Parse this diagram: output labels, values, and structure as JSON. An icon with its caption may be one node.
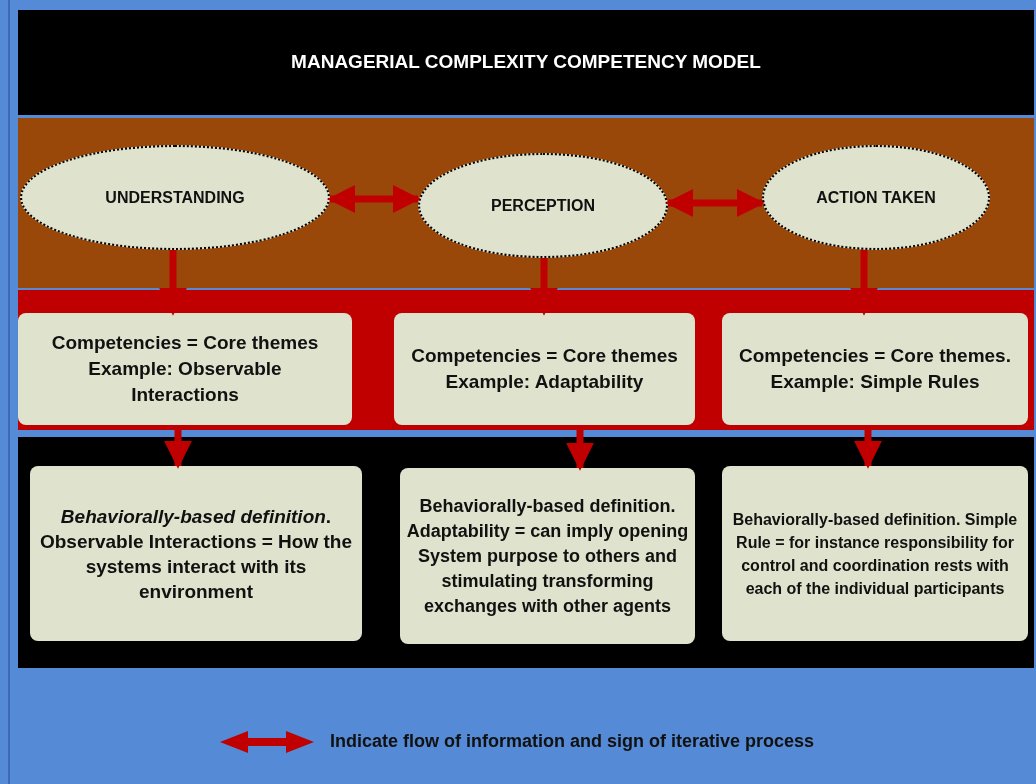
{
  "diagram": {
    "title": "MANAGERIAL COMPLEXITY COMPETENCY MODEL",
    "nodes": [
      {
        "text": [],
        "shape": "box"
      },
      {
        "text": [
          "UNDERSTANDING"
        ],
        "in": 0
      },
      {
        "text": [
          "PERCEPTION"
        ],
        "in": 0
      },
      {
        "text": [
          "ACTION TAKEN"
        ],
        "in": 0
      },
      {
        "text": [],
        "shape": "box"
      },
      {
        "text": [
          "Competencies = Core themes Example: Observable Interactions"
        ],
        "in": 4
      },
      {
        "text": [
          "Competencies = Core themes Example: Adaptability"
        ],
        "in": 4
      },
      {
        "text": [
          "Competencies = Core themes. Example: Simple Rules"
        ],
        "in": 4
      },
      {
        "text": [],
        "shape": "box"
      },
      {
        "text": [
          "*Behaviorally-based definition*. Observable Interactions = How the systems interact with its environment"
        ],
        "in": 8
      },
      {
        "text": [
          "Behaviorally-based definition. Adaptability = can imply opening System purpose to others and stimulating transforming exchanges with other agents"
        ],
        "in": 8
      },
      {
        "text": [
          "Behaviorally-based definition. Simple Rule = for instance responsibility for control and coordination rests with each of the individual participants"
        ],
        "in": 8
      }
    ],
    "edges": [
      {
        "from": 1,
        "to": 2,
        "arrow": "both"
      },
      {
        "from": 2,
        "to": 3,
        "arrow": "both"
      },
      {
        "from": 1,
        "to": 5,
        "arrow": "to"
      },
      {
        "from": 2,
        "to": 6,
        "arrow": "to"
      },
      {
        "from": 3,
        "to": 7,
        "arrow": "to"
      },
      {
        "from": 5,
        "to": 9,
        "arrow": "to"
      },
      {
        "from": 6,
        "to": 10,
        "arrow": "to"
      },
      {
        "from": 7,
        "to": 11,
        "arrow": "to"
      }
    ],
    "legend": [
      {
        "text": "Indicate flow of information and sign of iterative process"
      }
    ]
  }
}
